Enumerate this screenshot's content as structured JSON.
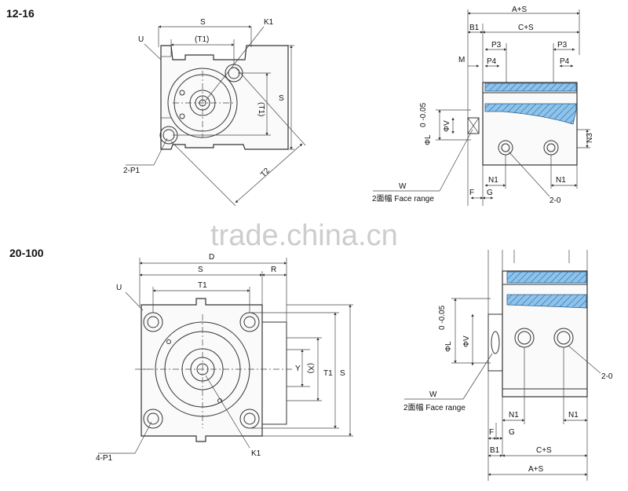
{
  "headings": {
    "top_section": "12-16",
    "bottom_section": "20-100"
  },
  "watermark": "trade.china.cn",
  "top_front_view": {
    "S": "S",
    "T1": "(T1)",
    "K1": "K1",
    "U": "U",
    "T1_vertical": "(T1)",
    "S_vertical": "S",
    "T2": "T2",
    "P1": "2-P1"
  },
  "top_side_view": {
    "A_S": "A+S",
    "B1": "B1",
    "C_S": "C+S",
    "P3_left": "P3",
    "P3_right": "P3",
    "M": "M",
    "P4_left": "P4",
    "P4_right": "P4",
    "L": "ΦL",
    "tolerance": "0 -0.05",
    "V": "ΦV",
    "N3": "N3",
    "N1_left": "N1",
    "N1_right": "N1",
    "W": "W",
    "face_range": "2面幅 Face range",
    "F": "F",
    "G": "G",
    "O": "2-0"
  },
  "bottom_front_view": {
    "D": "D",
    "S": "S",
    "R": "R",
    "T1": "T1",
    "U": "U",
    "Y": "Y",
    "X": "(X)",
    "T1_vertical": "T1",
    "S_vertical": "S",
    "P1": "4-P1",
    "K1": "K1"
  },
  "bottom_side_view": {
    "L": "ΦL",
    "tolerance": "0 -0.05",
    "V": "ΦV",
    "O": "2-0",
    "W": "W",
    "face_range": "2面幅 Face range",
    "N1_left": "N1",
    "N1_right": "N1",
    "F": "F",
    "G": "G",
    "B1": "B1",
    "C_S": "C+S",
    "A_S": "A+S"
  },
  "colors": {
    "line": "#333333",
    "hatch": "#5f9fd6",
    "watermark": "#bdbdbd"
  }
}
